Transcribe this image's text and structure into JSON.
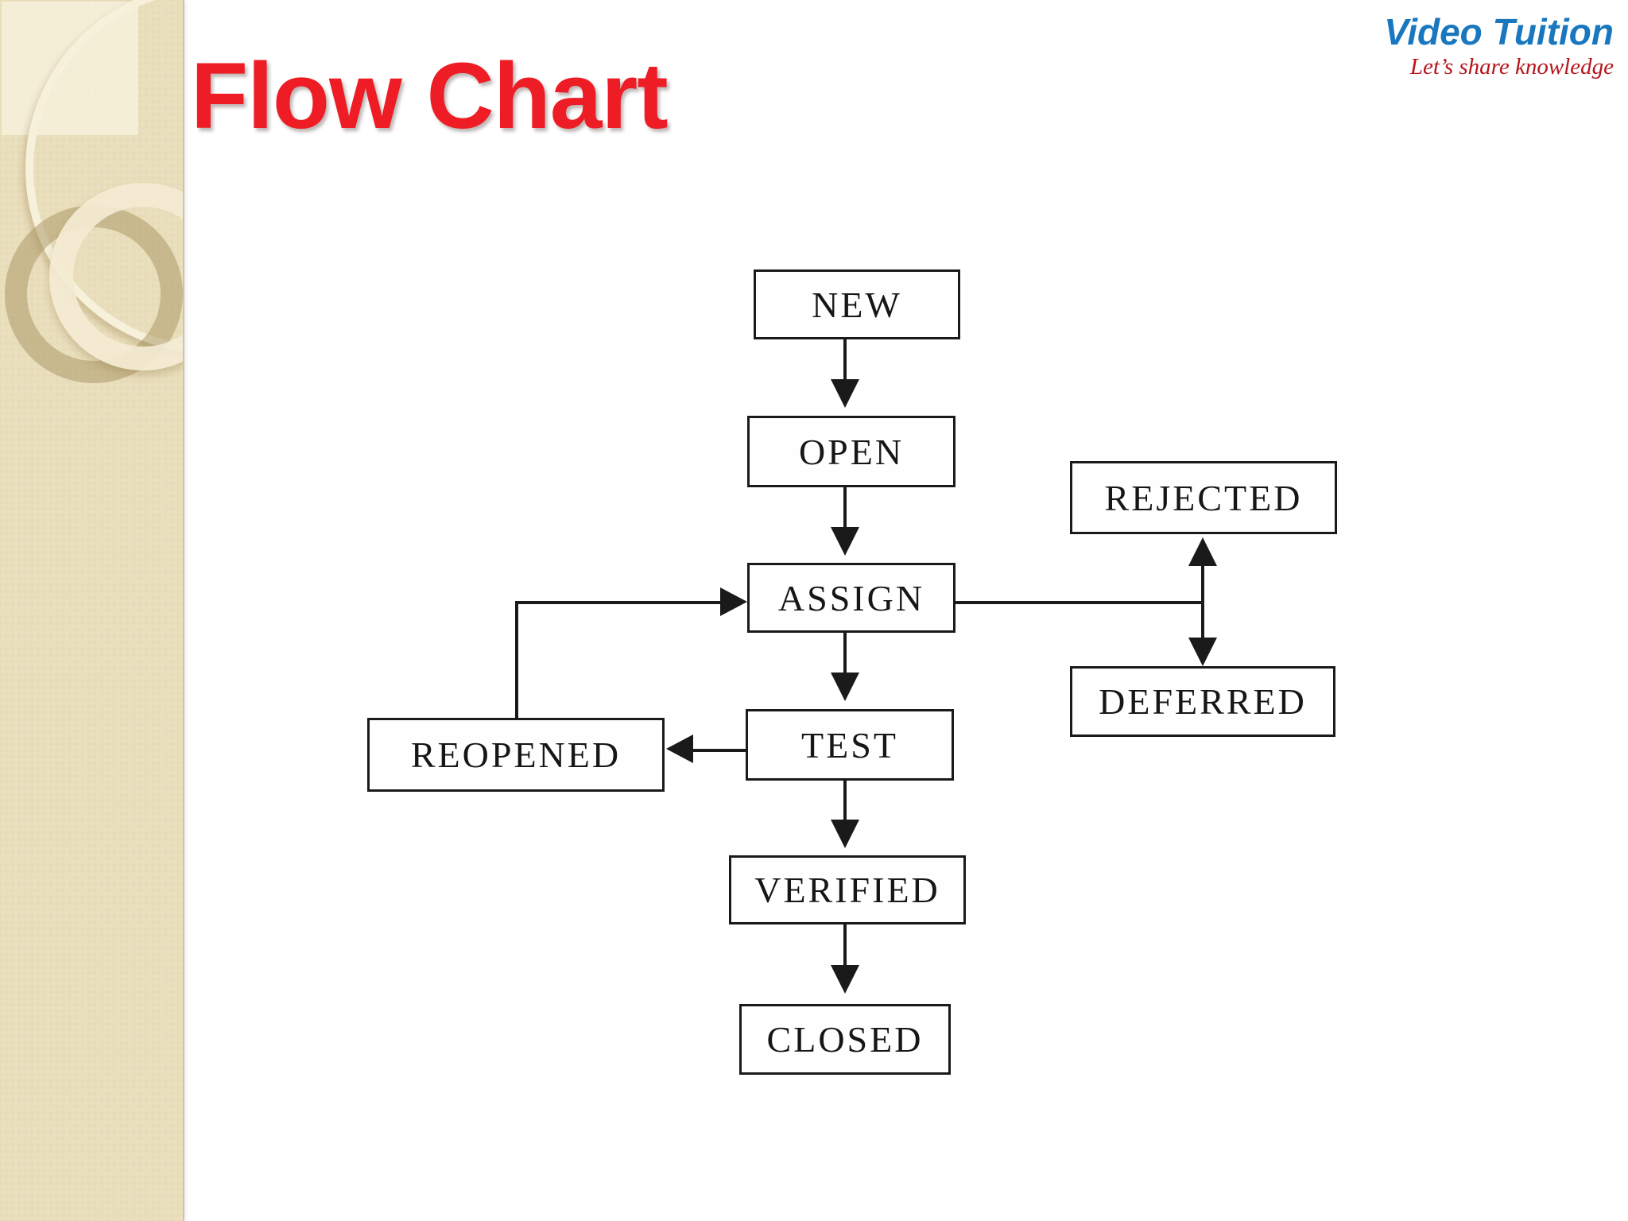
{
  "slide": {
    "title": "Flow Chart"
  },
  "logo": {
    "brand": "Video Tuition",
    "tagline": "Let’s share knowledge"
  },
  "colors": {
    "title_red": "#ee1c24",
    "logo_blue": "#1877be",
    "tagline_red": "#b5161c",
    "panel_beige": "#e9debb",
    "diagram_ink": "#1a1a1a",
    "background": "#ffffff"
  },
  "diagram": {
    "type": "flowchart",
    "nodes": [
      {
        "id": "new",
        "label": "NEW"
      },
      {
        "id": "open",
        "label": "OPEN"
      },
      {
        "id": "assign",
        "label": "ASSIGN"
      },
      {
        "id": "rejected",
        "label": "REJECTED"
      },
      {
        "id": "deferred",
        "label": "DEFERRED"
      },
      {
        "id": "reopened",
        "label": "REOPENED"
      },
      {
        "id": "test",
        "label": "TEST"
      },
      {
        "id": "verified",
        "label": "VERIFIED"
      },
      {
        "id": "closed",
        "label": "CLOSED"
      }
    ],
    "edges": [
      {
        "from": "NEW",
        "to": "OPEN",
        "style": "arrow-down"
      },
      {
        "from": "OPEN",
        "to": "ASSIGN",
        "style": "arrow-down"
      },
      {
        "from": "ASSIGN",
        "to": "TEST",
        "style": "arrow-down"
      },
      {
        "from": "TEST",
        "to": "VERIFIED",
        "style": "arrow-down"
      },
      {
        "from": "VERIFIED",
        "to": "CLOSED",
        "style": "arrow-down"
      },
      {
        "from": "ASSIGN",
        "to": "REJECTED",
        "style": "branch-double-headed"
      },
      {
        "from": "ASSIGN",
        "to": "DEFERRED",
        "style": "branch-double-headed"
      },
      {
        "from": "TEST",
        "to": "REOPENED",
        "style": "arrow-left"
      },
      {
        "from": "REOPENED",
        "to": "ASSIGN",
        "style": "loop-up-right"
      }
    ]
  }
}
